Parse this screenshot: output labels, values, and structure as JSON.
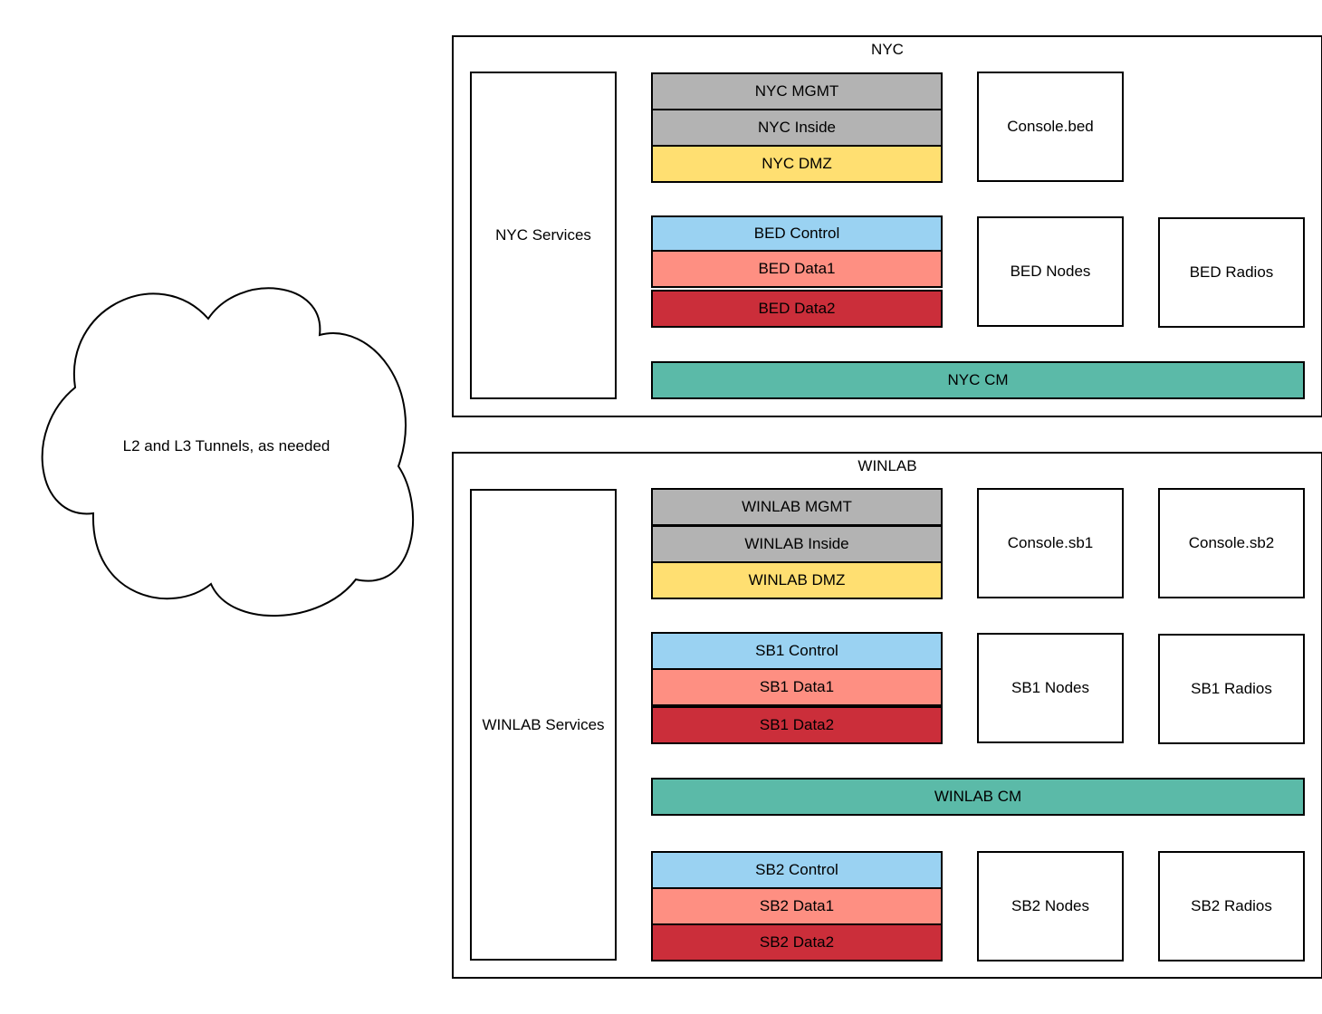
{
  "cloud": {
    "label": "L2 and L3 Tunnels, as needed"
  },
  "nyc": {
    "title": "NYC",
    "services": "NYC Services",
    "mgmt": "NYC MGMT",
    "inside": "NYC Inside",
    "dmz": "NYC DMZ",
    "console": "Console.bed",
    "bed_control": "BED Control",
    "bed_data1": "BED Data1",
    "bed_data2": "BED Data2",
    "bed_nodes": "BED Nodes",
    "bed_radios": "BED Radios",
    "cm": "NYC CM"
  },
  "winlab": {
    "title": "WINLAB",
    "services": "WINLAB Services",
    "mgmt": "WINLAB MGMT",
    "inside": "WINLAB Inside",
    "dmz": "WINLAB DMZ",
    "console_sb1": "Console.sb1",
    "console_sb2": "Console.sb2",
    "sb1_control": "SB1 Control",
    "sb1_data1": "SB1 Data1",
    "sb1_data2": "SB1 Data2",
    "sb1_nodes": "SB1 Nodes",
    "sb1_radios": "SB1 Radios",
    "cm": "WINLAB CM",
    "sb2_control": "SB2 Control",
    "sb2_data1": "SB2 Data1",
    "sb2_data2": "SB2 Data2",
    "sb2_nodes": "SB2 Nodes",
    "sb2_radios": "SB2 Radios"
  },
  "colors": {
    "mgmt_inside": "#b3b3b3",
    "dmz": "#ffdf71",
    "control": "#9ad2f2",
    "data1": "#fe8f82",
    "data2": "#cb2e3a",
    "cm": "#5bbaa8"
  }
}
